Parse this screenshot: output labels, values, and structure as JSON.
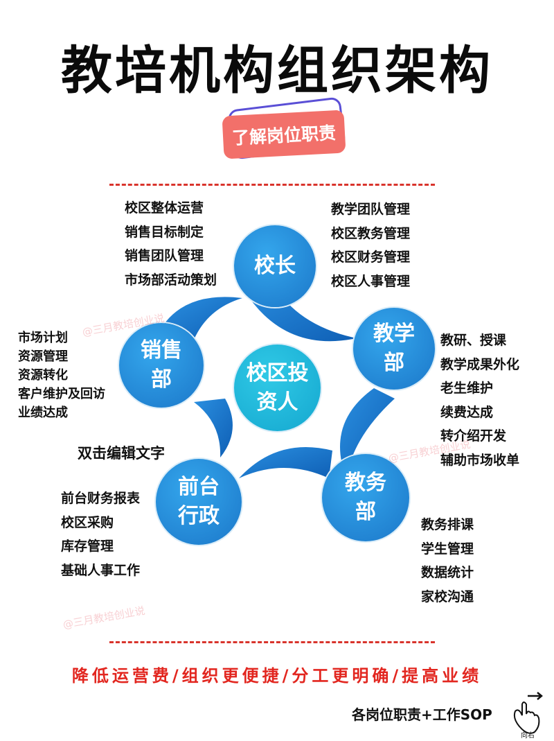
{
  "title": "教培机构组织架构",
  "badge": "了解岗位职责",
  "center": "校区投\n资人",
  "nodes": {
    "principal": "校长",
    "teaching": "教学\n部",
    "affairs": "教务\n部",
    "admin": "前台\n行政",
    "sales": "销售\n部"
  },
  "lists": {
    "principal_left": [
      "校区整体运营",
      "销售目标制定",
      "销售团队管理",
      "市场部活动策划"
    ],
    "principal_right": [
      "教学团队管理",
      "校区教务管理",
      "校区财务管理",
      "校区人事管理"
    ],
    "teaching": [
      "教研、授课",
      "教学成果外化",
      "老生维护",
      "续费达成",
      "转介绍开发",
      "辅助市场收单"
    ],
    "affairs": [
      "教务排课",
      "学生管理",
      "数据统计",
      "家校沟通"
    ],
    "admin": [
      "前台财务报表",
      "校区采购",
      "库存管理",
      "基础人事工作"
    ],
    "sales": [
      "市场计划",
      "资源管理",
      "资源转化",
      "客户维护及回访",
      "业绩达成"
    ]
  },
  "edit_hint": "双击编辑文字",
  "watermark": "@三月教培创业说",
  "slogan": "降低运营费/组织更便捷/分工更明确/提高业绩",
  "bottom_note": "各岗位职责+工作SOP",
  "hand_label": "向右",
  "colors": {
    "node_blue": "#1b77c9",
    "center_cyan": "#14a7cf",
    "badge": "#f2706a",
    "slogan_red": "#e2261f"
  }
}
